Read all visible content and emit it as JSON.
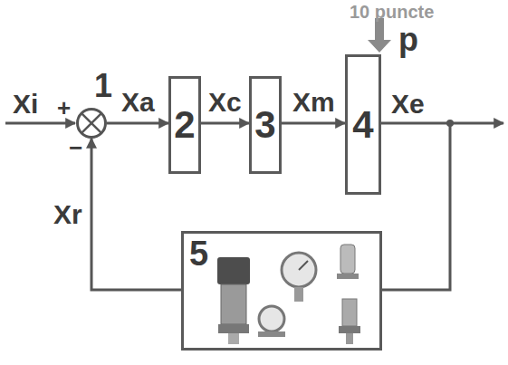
{
  "diagram": {
    "nodes": [
      {
        "text": [
          "1"
        ]
      },
      {
        "text": [
          "2"
        ]
      },
      {
        "text": [
          "3"
        ]
      },
      {
        "text": [
          "4"
        ]
      },
      {
        "text": [
          "5"
        ]
      }
    ],
    "edges": [
      {
        "from": 0,
        "to": 1,
        "arrow": "to",
        "label": "Xa"
      },
      {
        "from": 1,
        "to": 2,
        "arrow": "to",
        "label": "Xc"
      },
      {
        "from": 2,
        "to": 3,
        "arrow": "to",
        "label": "Xm"
      },
      {
        "from": 3,
        "to": 4,
        "arrow": "none"
      },
      {
        "from": 4,
        "to": 0,
        "arrow": "to",
        "label": "Xr"
      }
    ],
    "labels": [
      "Xi",
      "+",
      "−",
      "Xe",
      "10 puncte",
      "p"
    ]
  }
}
